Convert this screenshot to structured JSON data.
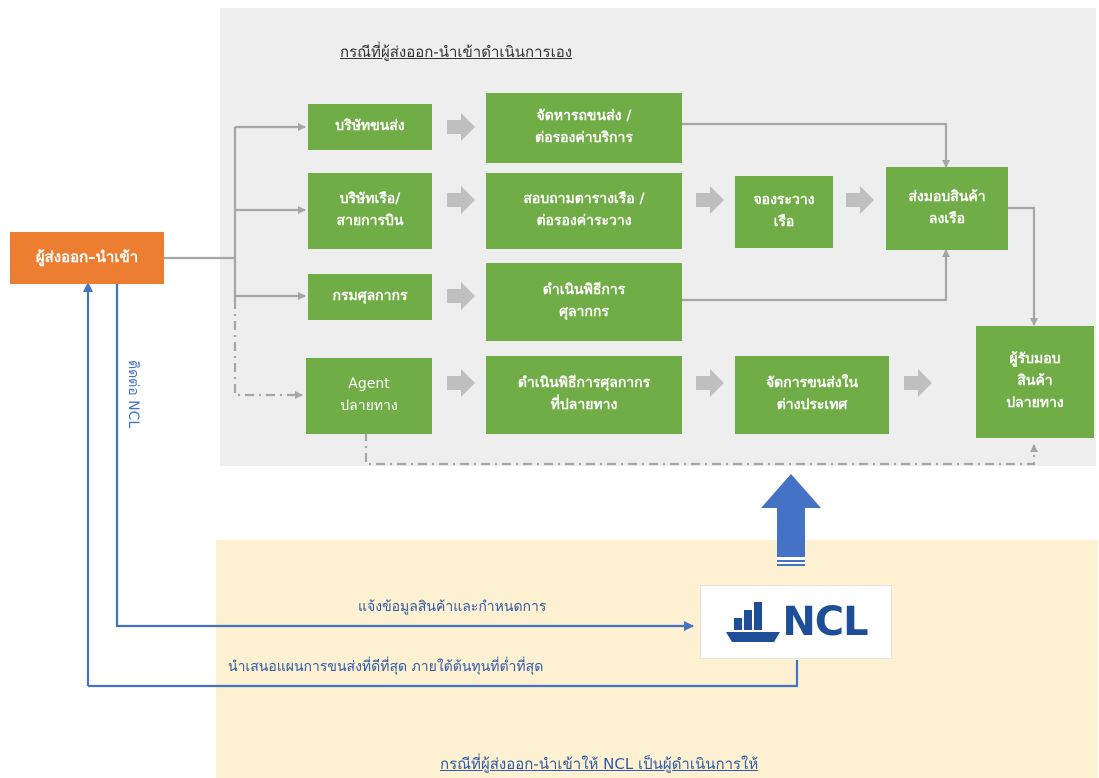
{
  "captions": {
    "top": "กรณีที่ผู้ส่งออก-นำเข้าดำเนินการเอง",
    "bottom": "กรณีที่ผู้ส่งออก-นำเข้าให้ NCL เป็นผู้ดำเนินการให้"
  },
  "boxes": {
    "exporter": "ผู้ส่งออก–นำเข้า",
    "transport_company": "บริษัทขนส่ง",
    "arrange_transport": [
      "จัดหารถขนส่ง /",
      "ต่อรองค่าบริการ"
    ],
    "shipping_airline": [
      "บริษัทเรือ/",
      "สายการบิน"
    ],
    "ask_schedule": [
      "สอบถามตารางเรือ /",
      "ต่อรองค่าระวาง"
    ],
    "book_space": [
      "จองระวาง",
      "เรือ"
    ],
    "deliver_goods": [
      "ส่งมอบสินค้า",
      "ลงเรือ"
    ],
    "customs": "กรมศุลกากร",
    "customs_process": [
      "ดำเนินพิธีการ",
      "ศุลากกร"
    ],
    "agent": [
      "Agent",
      "ปลายทาง"
    ],
    "dest_customs": [
      "ดำเนินพิธีการศุลกากร",
      "ที่ปลายทาง"
    ],
    "foreign_transport": [
      "จัดการขนส่งใน",
      "ต่างประเทศ"
    ],
    "receiver": [
      "ผู้รับมอบ",
      "สินค้า",
      "ปลายทาง"
    ]
  },
  "labels": {
    "contact_ncl": "ติดต่อ NCL",
    "notify": "แจ้งข้อมูลสินค้าและกำหนดการ",
    "propose": "นำเสนอแผนการขนส่งที่ดีที่สุด ภายใต้ต้นทุนที่ต่ำที่สุด"
  },
  "logo": {
    "text": "NCL"
  },
  "colors": {
    "green": "#70ad47",
    "orange": "#ed7d31",
    "blue": "#4472c4",
    "gray": "#a6a6a6"
  }
}
